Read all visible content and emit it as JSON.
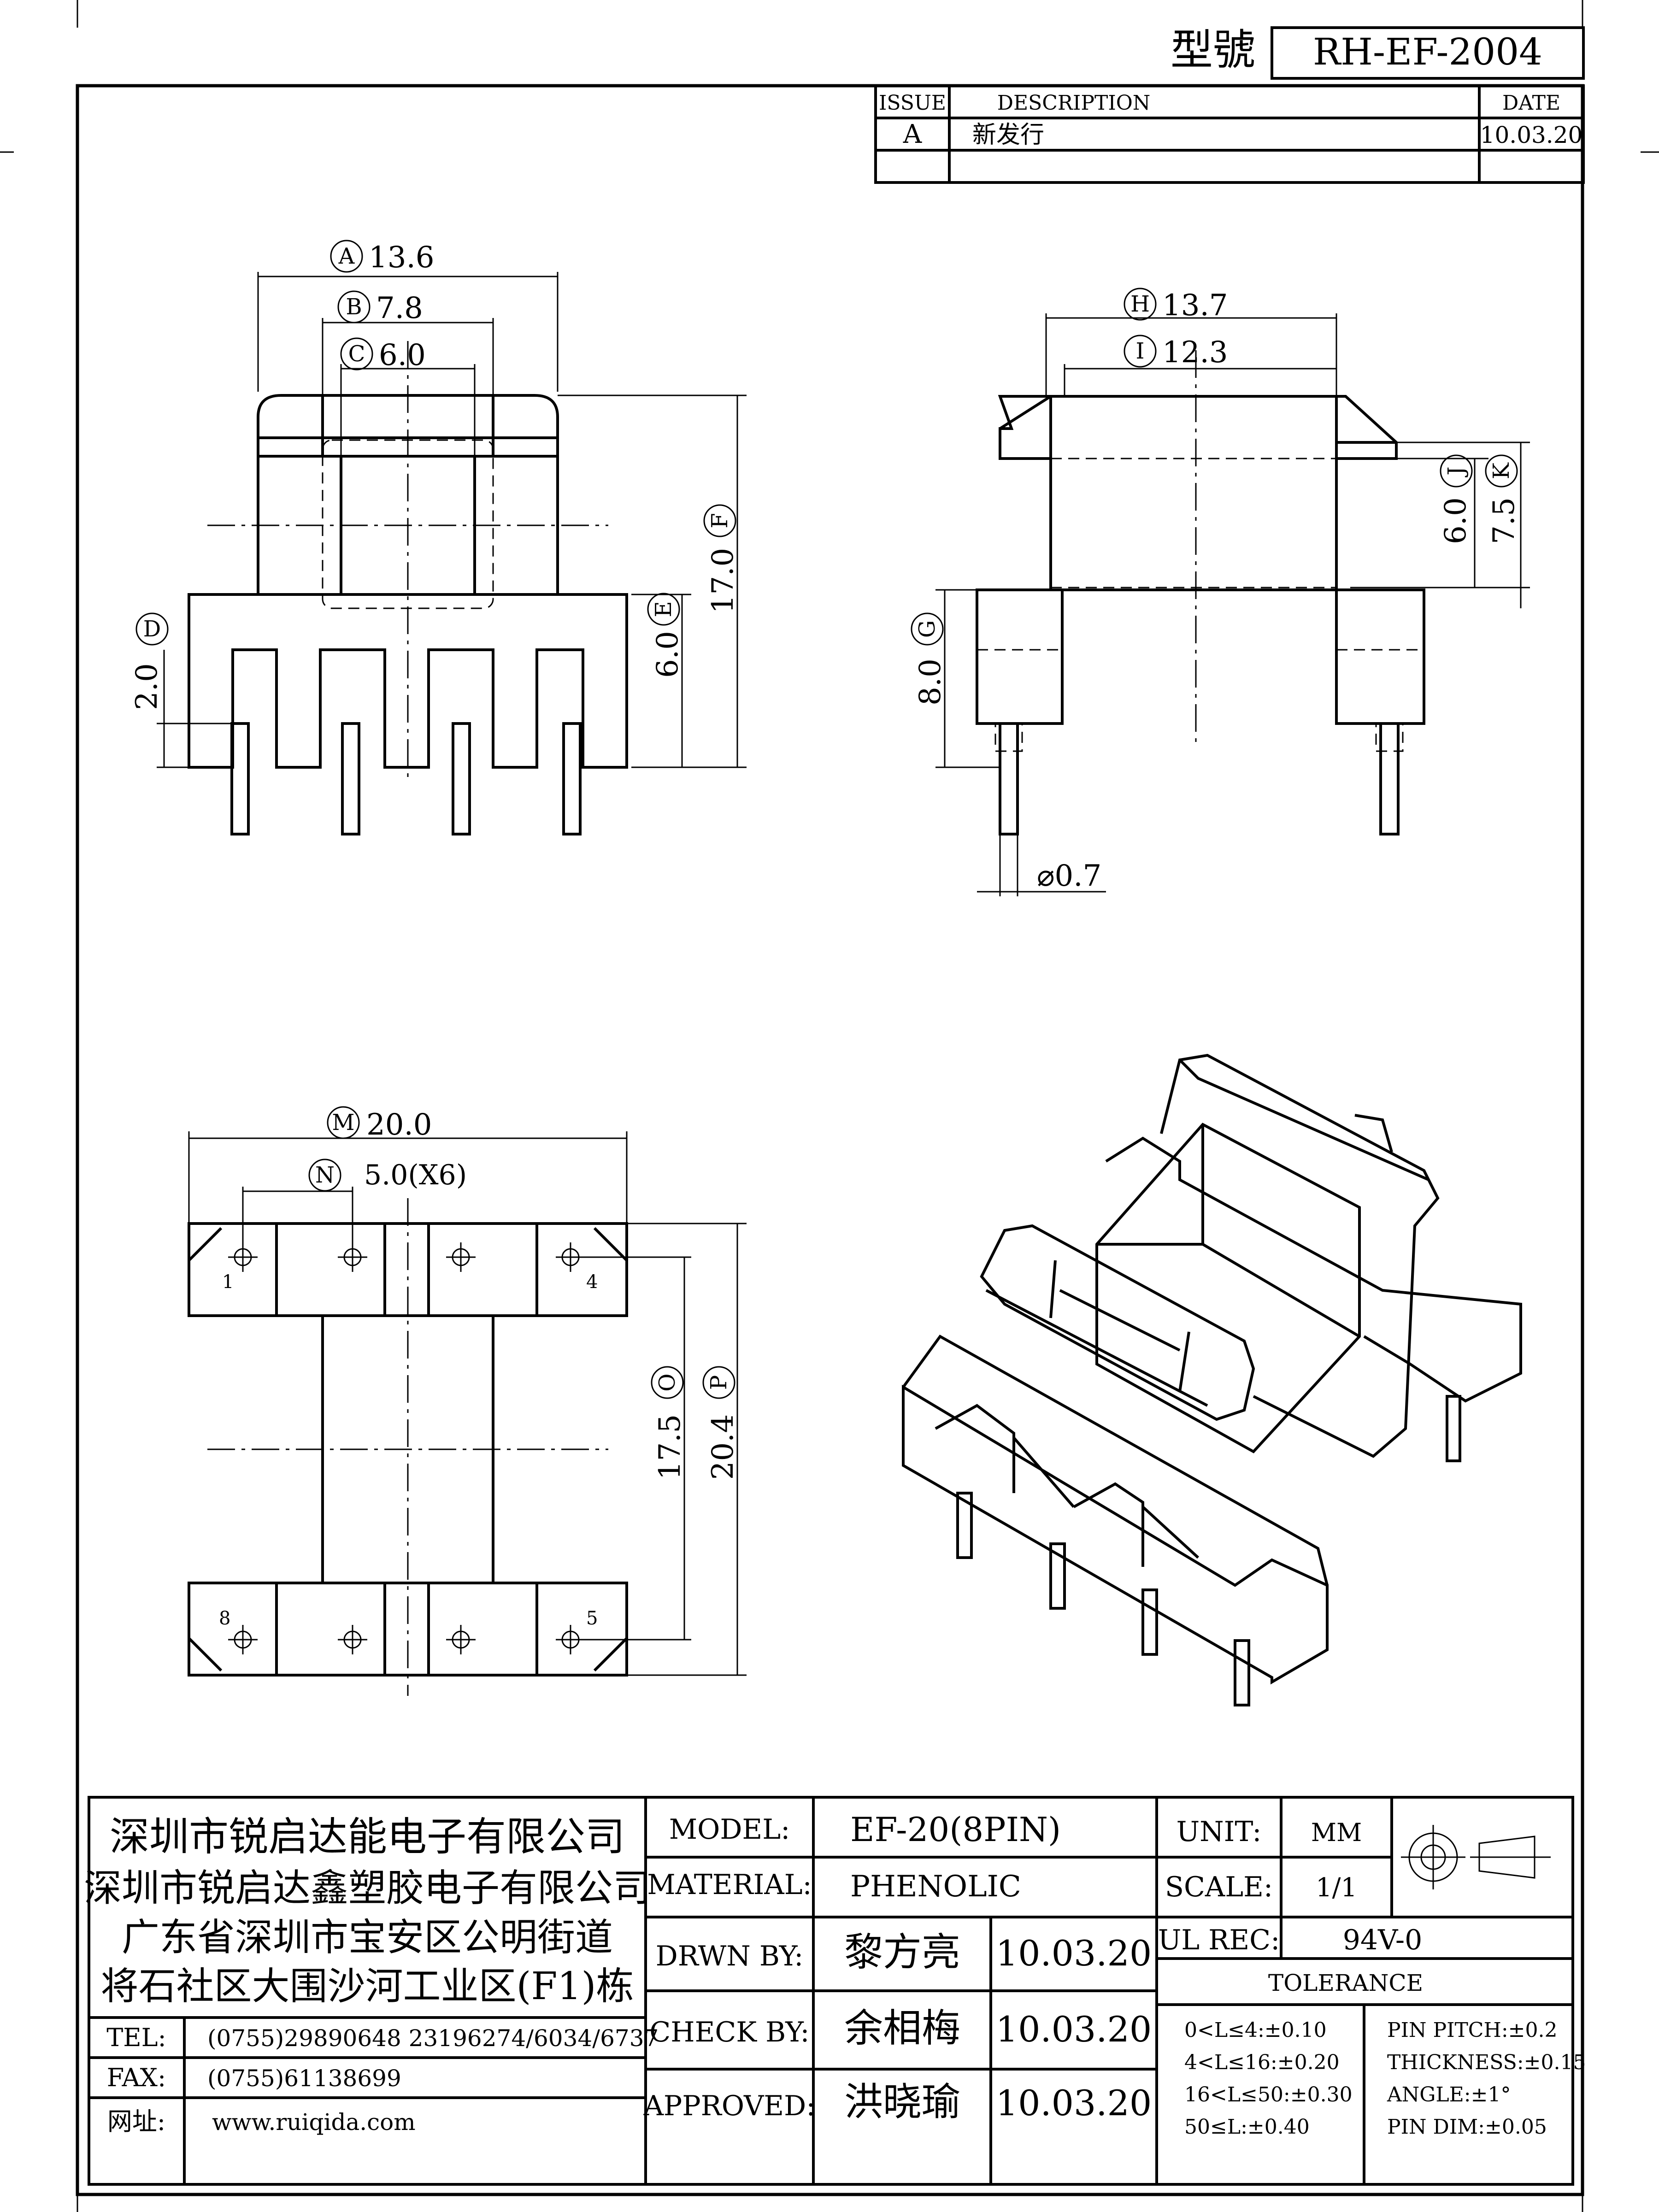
{
  "header": {
    "model_label": "型號",
    "model_value": "RH-EF-2004"
  },
  "revision": {
    "col_issue": "ISSUE",
    "col_description": "DESCRIPTION",
    "col_date": "DATE",
    "row_issue": "A",
    "row_description": "新发行",
    "row_date": "10.03.20"
  },
  "front_view": {
    "dim_a": "13.6",
    "dim_a_tag": "A",
    "dim_b": "7.8",
    "dim_b_tag": "B",
    "dim_c": "6.0",
    "dim_c_tag": "C",
    "dim_d": "2.0",
    "dim_d_tag": "D",
    "dim_e": "6.0",
    "dim_e_tag": "E",
    "dim_f": "17.0",
    "dim_f_tag": "F"
  },
  "side_view": {
    "dim_h": "13.7",
    "dim_h_tag": "H",
    "dim_i": "12.3",
    "dim_i_tag": "I",
    "dim_j": "6.0",
    "dim_j_tag": "J",
    "dim_k": "7.5",
    "dim_k_tag": "K",
    "dim_g": "8.0",
    "dim_g_tag": "G",
    "pin_dia": "⌀0.7"
  },
  "bottom_view": {
    "dim_m": "20.0",
    "dim_m_tag": "M",
    "dim_n": "5.0(X6)",
    "dim_n_tag": "N",
    "dim_o": "17.5",
    "dim_o_tag": "O",
    "dim_p": "20.4",
    "dim_p_tag": "P",
    "pin_1": "1",
    "pin_4": "4",
    "pin_5": "5",
    "pin_8": "8"
  },
  "company": {
    "lines": [
      "深圳市锐启达能电子有限公司",
      "深圳市锐启达鑫塑胶电子有限公司",
      "广东省深圳市宝安区公明街道",
      "将石社区大围沙河工业区(F1)栋"
    ],
    "tel_label": "TEL:",
    "tel_value": "(0755)29890648   23196274/6034/6737",
    "fax_label": "FAX:",
    "fax_value": "(0755)61138699",
    "web_label": "网址:",
    "web_value": "www.ruiqida.com"
  },
  "title_block": {
    "model_label": "MODEL:",
    "model_value": "EF-20(8PIN)",
    "material_label": "MATERIAL:",
    "material_value": "PHENOLIC",
    "drawn_label": "DRWN BY:",
    "drawn_name": "黎方亮",
    "drawn_date": "10.03.20",
    "check_label": "CHECK BY:",
    "check_name": "余相梅",
    "check_date": "10.03.20",
    "approved_label": "APPROVED:",
    "approved_name": "洪晓瑜",
    "approved_date": "10.03.20",
    "unit_label": "UNIT:",
    "unit_value": "MM",
    "scale_label": "SCALE:",
    "scale_value": "1/1",
    "ul_label": "UL REC:",
    "ul_value": "94V-0",
    "tolerance_label": "TOLERANCE",
    "tol_left": [
      "0<L≤4:±0.10",
      "4<L≤16:±0.20",
      "16<L≤50:±0.30",
      "50≤L:±0.40"
    ],
    "tol_right": [
      "PIN PITCH:±0.2",
      "THICKNESS:±0.15",
      "ANGLE:±1°",
      "PIN DIM:±0.05"
    ]
  }
}
